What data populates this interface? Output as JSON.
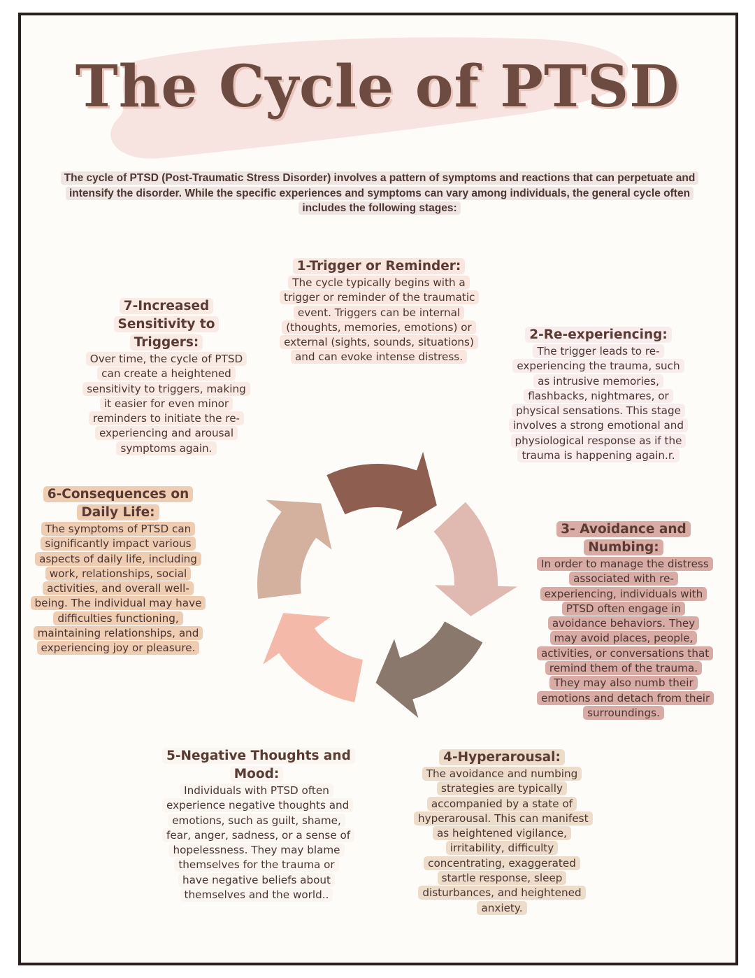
{
  "title": "The Cycle of PTSD",
  "intro": "The cycle of PTSD (Post-Traumatic Stress Disorder) involves a pattern of symptoms and reactions that can perpetuate and intensify the disorder. While the specific experiences and symptoms can vary among individuals, the general cycle often includes the following stages:",
  "stages": [
    {
      "heading": "1-Trigger or Reminder:",
      "text": "The cycle typically begins with a trigger or reminder of the traumatic event. Triggers can be internal (thoughts, memories, emotions) or external (sights, sounds, situations) and can evoke intense distress."
    },
    {
      "heading": "2-Re-experiencing:",
      "text": "The trigger leads to re-experiencing the trauma, such as intrusive memories, flashbacks, nightmares, or physical sensations. This stage involves a strong emotional and physiological response as if the trauma is happening again.r."
    },
    {
      "heading": "3- Avoidance and Numbing:",
      "text": "In order to manage the distress associated with re-experiencing, individuals with PTSD often engage in avoidance behaviors. They may avoid places, people, activities, or conversations that remind them of the trauma. They may also numb their emotions and detach from their surroundings."
    },
    {
      "heading": "4-Hyperarousal:",
      "text": "The avoidance and numbing strategies are typically accompanied by a state of hyperarousal. This can manifest as heightened vigilance, irritability, difficulty concentrating, exaggerated startle response, sleep disturbances, and heightened anxiety."
    },
    {
      "heading": "5-Negative Thoughts and Mood:",
      "text": "Individuals with PTSD often experience negative thoughts and emotions, such as guilt, shame, fear, anger, sadness, or a sense of hopelessness. They may blame themselves for the trauma or have negative beliefs about themselves and the world.."
    },
    {
      "heading": "6-Consequences on Daily Life:",
      "text": "The symptoms of PTSD can significantly impact various aspects of daily life, including work, relationships, social activities, and overall well-being. The individual may have difficulties functioning, maintaining relationships, and experiencing joy or pleasure."
    },
    {
      "heading": "7-Increased Sensitivity to Triggers:",
      "text": "Over time, the cycle of PTSD can create a heightened sensitivity to triggers, making it easier for even minor reminders to initiate the re-experiencing and arousal symptoms again."
    }
  ],
  "arrow_colors": [
    "#8e5e51",
    "#e0b9b1",
    "#8b786c",
    "#f4b9a8",
    "#d4b09f"
  ],
  "colors": {
    "title": "#6e4b40",
    "title_shadow": "#e8c4bb",
    "title_blob": "#f7e4e0",
    "border": "#2a1f1f"
  }
}
